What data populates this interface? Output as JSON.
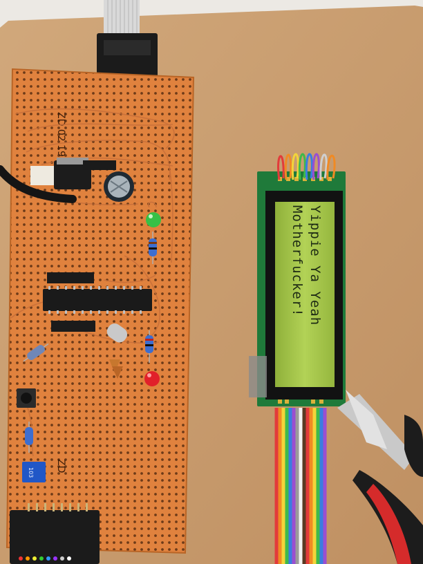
{
  "scene": {
    "description_colors": {
      "wall": "#ece9e4",
      "cardboard": "#c89c6e",
      "pcb": "#e0823e",
      "lcd_backlight": "#a9c94a",
      "led_green": "#37c046",
      "led_red": "#e1202a"
    }
  },
  "lcd": {
    "line1": "Yippie Ya Yeah",
    "line2": "Motherfucker!"
  },
  "board": {
    "marking_top": "ZD 02 1985",
    "marking_bottom": "ZD"
  },
  "trimmer": {
    "marking": "103"
  }
}
